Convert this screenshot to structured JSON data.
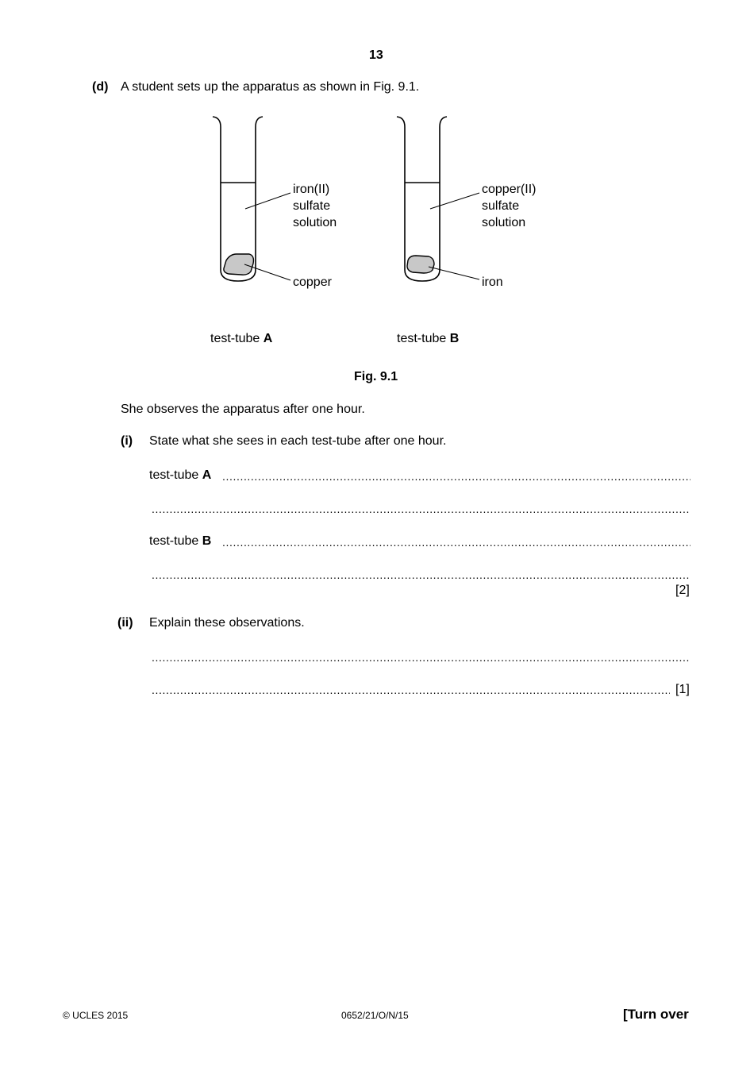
{
  "page_number": "13",
  "part_d": {
    "label": "(d)",
    "text": "A student sets up the apparatus as shown in Fig. 9.1."
  },
  "figure": {
    "tube_a": {
      "solution_lines": [
        "iron(II)",
        "sulfate",
        "solution"
      ],
      "metal": "copper",
      "caption_prefix": "test-tube ",
      "caption_letter": "A"
    },
    "tube_b": {
      "solution_lines": [
        "copper(II)",
        "sulfate",
        "solution"
      ],
      "metal": "iron",
      "caption_prefix": "test-tube ",
      "caption_letter": "B"
    },
    "caption": "Fig. 9.1"
  },
  "observe_text": "She observes the apparatus after one hour.",
  "part_i": {
    "label": "(i)",
    "text": "State what she sees in each test-tube after one hour.",
    "line_a_prefix": "test-tube ",
    "line_a_letter": "A",
    "line_b_prefix": "test-tube ",
    "line_b_letter": "B",
    "marks": "[2]"
  },
  "part_ii": {
    "label": "(ii)",
    "text": "Explain these observations.",
    "marks": "[1]"
  },
  "footer": {
    "copyright": "© UCLES 2015",
    "code": "0652/21/O/N/15",
    "turn_over": "[Turn over"
  }
}
